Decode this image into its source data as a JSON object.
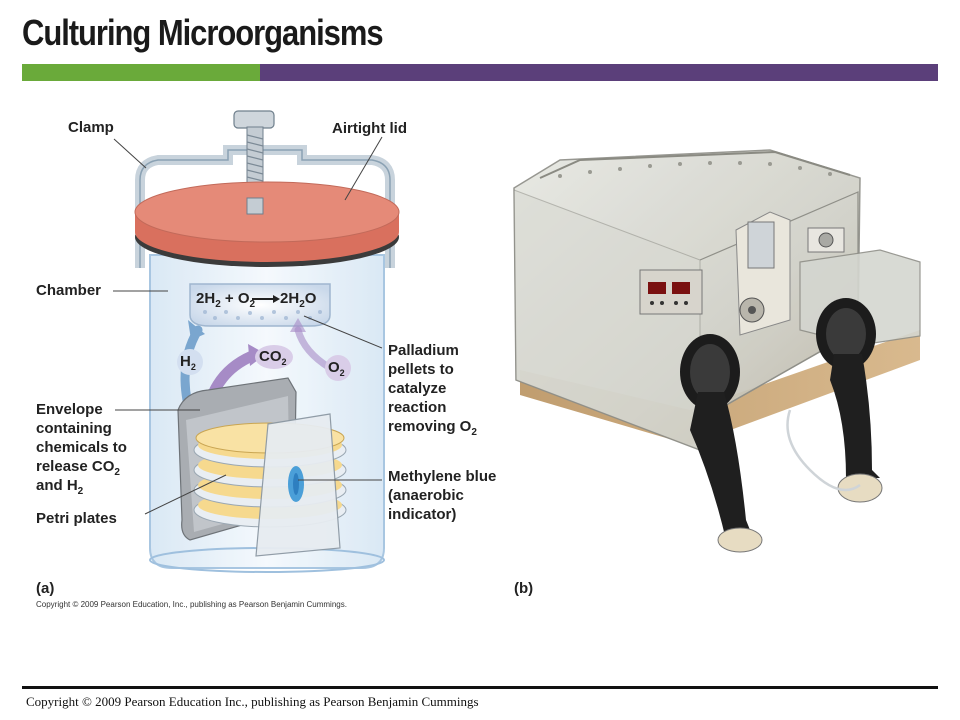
{
  "title": "Culturing Microorganisms",
  "colors": {
    "green_bar": "#6aaa3a",
    "purple_bar": "#5b3f7a",
    "lid": "#e58a78",
    "arrow_blue": "#7aa6cf",
    "arrow_purple": "#a68bc6"
  },
  "labels": {
    "clamp": "Clamp",
    "airtight_lid": "Airtight lid",
    "chamber": "Chamber",
    "envelope": [
      "Envelope",
      "containing",
      "chemicals to",
      "release CO",
      "and H"
    ],
    "envelope_sub": [
      "2",
      "2"
    ],
    "petri": "Petri plates",
    "palladium": [
      "Palladium",
      "pellets to",
      "catalyze",
      "reaction",
      "removing O"
    ],
    "palladium_sub": "2",
    "methylene": [
      "Methylene blue",
      "(anaerobic",
      "indicator)"
    ],
    "gas_h2": "H",
    "gas_co2": "CO",
    "gas_o2": "O",
    "gas_sub": "2",
    "equation": {
      "a": "2H",
      "b": " + O",
      "c": "2H",
      "d": "O",
      "sub": "2"
    },
    "part_a": "(a)",
    "part_b": "(b)",
    "figure_copyright": "Copyright © 2009 Pearson Education, Inc., publishing as Pearson Benjamin Cummings."
  },
  "photo": {
    "icon": "anaerobic-glove-box-photo"
  },
  "footer": "Copyright © 2009 Pearson Education Inc., publishing as Pearson Benjamin Cummings"
}
